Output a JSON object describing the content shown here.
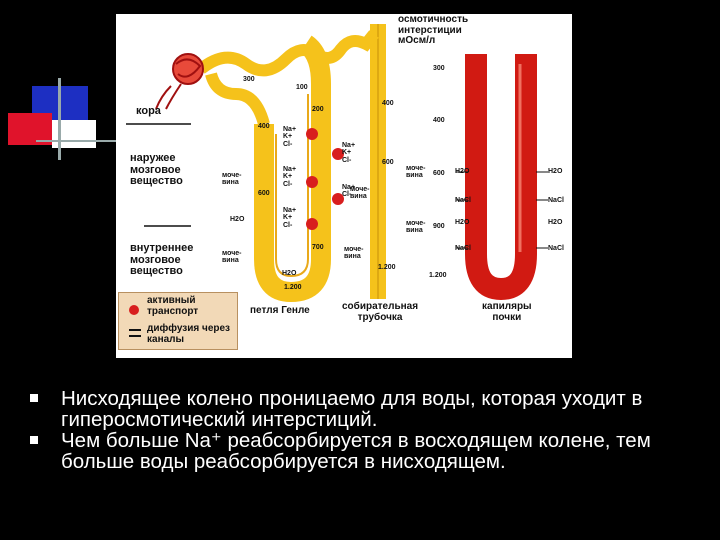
{
  "figure": {
    "header_line1": "осмотичность",
    "header_line2": "интерстиции",
    "header_line3": "мОсм/л",
    "zone_cortex": "кора",
    "zone_outer": [
      "наружее",
      "мозговое",
      "вещество"
    ],
    "zone_inner": [
      "внутреннее",
      "мозговое",
      "вещество"
    ],
    "scale_values": [
      "300",
      "400",
      "600",
      "900",
      "1.200"
    ],
    "loop_values": [
      "300",
      "100",
      "200",
      "400",
      "600",
      "700",
      "1.200",
      "400",
      "600",
      "1.200"
    ],
    "ions": [
      "Na+",
      "K+",
      "Cl-"
    ],
    "water": "H2O",
    "urea_label": [
      "моче-",
      "вина"
    ],
    "nacl": "NaCl",
    "label_loop": "петля Генле",
    "label_duct": [
      "собирательная",
      "трубочка"
    ],
    "label_capillaries": [
      "капиляры",
      "почки"
    ],
    "legend_active": [
      "активный",
      "транспорт"
    ],
    "legend_diffusion": [
      "диффузия через",
      "каналы"
    ],
    "colors": {
      "tubule": "#f5c21b",
      "tubule_edge": "#c8900a",
      "capillary": "#d11a12",
      "pump": "#d81e1e",
      "legend_bg": "#f2d9b7"
    }
  },
  "bullets": [
    "Нисходящее колено проницаемо для воды, которая уходит в гиперосмотический интерстиций.",
    "Чем больше Na⁺ реабсорбируется в восходящем колене, тем больше воды реабсорбируется в нисходящем."
  ]
}
